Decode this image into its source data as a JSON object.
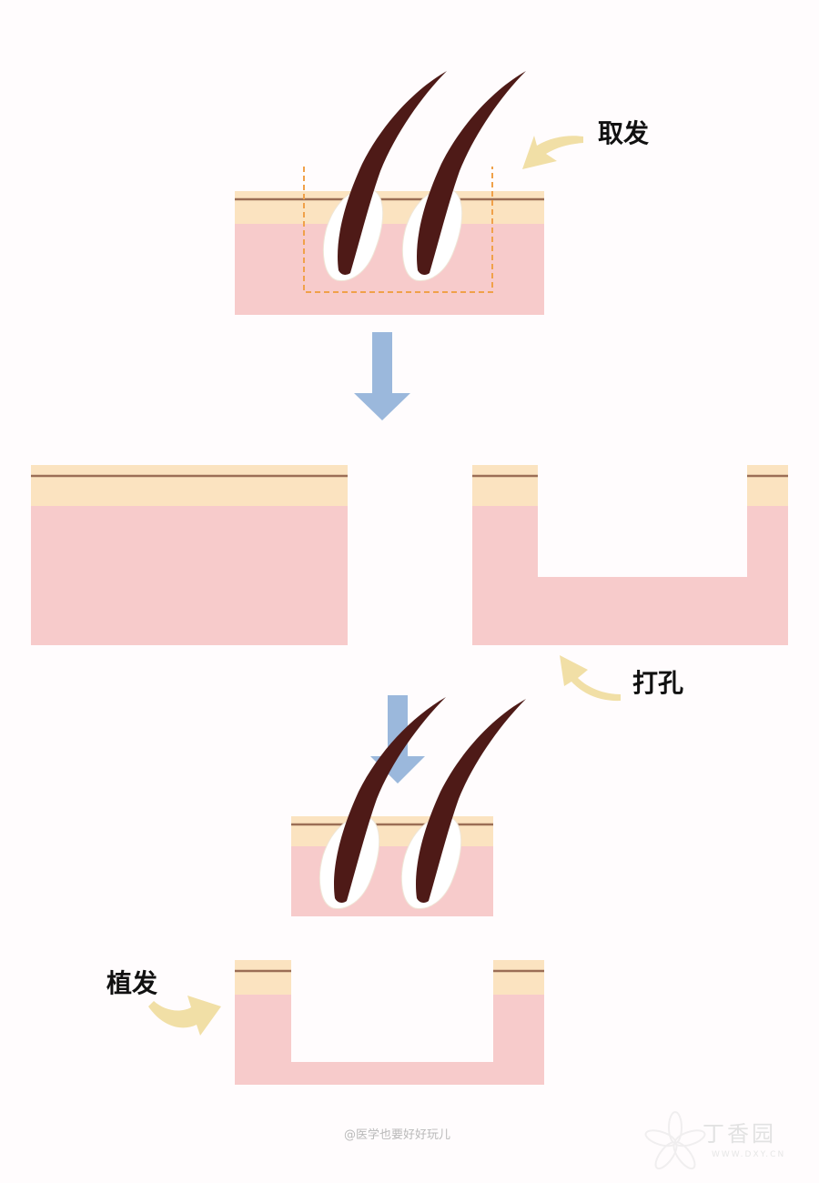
{
  "steps": {
    "harvest": {
      "label": "取发"
    },
    "punch": {
      "label": "打孔"
    },
    "implant": {
      "label": "植发"
    }
  },
  "footer": {
    "credit": "@医学也要好好玩儿"
  },
  "watermark": {
    "brand": "丁香园",
    "url": "WWW.DXY.CN"
  },
  "colors": {
    "epidermis": "#fbe3c0",
    "dermis": "#f7cbcb",
    "surface_line": "#9b6e55",
    "hair": "#4e1a17",
    "follicle_outline": "#ffffff",
    "graft_outline": "#f0a14a",
    "flow_arrow": "#9bb8dc",
    "callout_arrow": "#f1dfa6",
    "label_text": "#111111"
  }
}
